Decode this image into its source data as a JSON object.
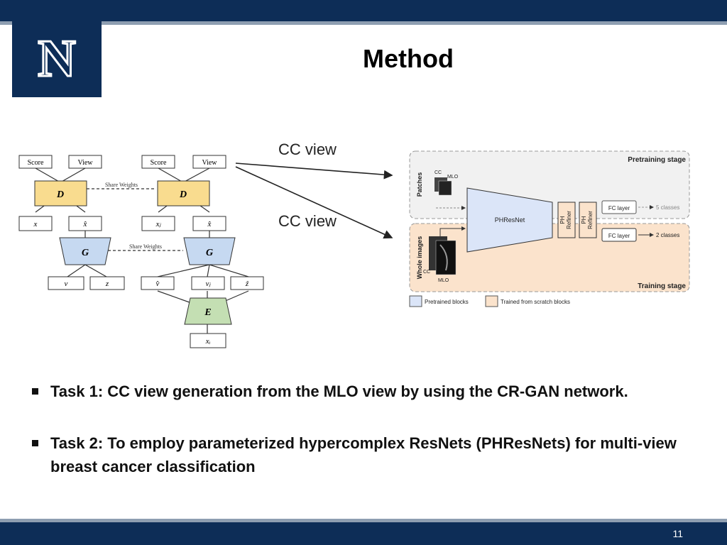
{
  "slide": {
    "title": "Method",
    "page_number": "11"
  },
  "logo": {
    "letter": "N"
  },
  "colors": {
    "navy": "#0d2d57",
    "rule_gray": "#8e9eb1",
    "disc_yellow": "#f9dc8f",
    "gen_blue": "#c6d9f1",
    "enc_green": "#c4dfb3",
    "pre_blue": "#dbe5f8",
    "train_orange": "#fbe3cc"
  },
  "crgan": {
    "left": {
      "score": "Score",
      "view": "View",
      "d": "D",
      "x": "x",
      "xhat": "x̂",
      "g": "G",
      "v": "v",
      "z": "z"
    },
    "right": {
      "score": "Score",
      "view": "View",
      "d": "D",
      "xj": "xⱼ",
      "xhat": "x̂",
      "g": "G",
      "vhat": "v̂",
      "vj": "vⱼ",
      "zhat": "ẑ",
      "e": "E",
      "xi": "xᵢ"
    },
    "share_weights_d": "Share Weights",
    "share_weights_g": "Share Weights"
  },
  "arrows": {
    "label_top": "CC view",
    "label_bottom": "CC view"
  },
  "phresnet": {
    "pretraining_stage": "Pretraining stage",
    "training_stage": "Training stage",
    "patches": "Patches",
    "whole_images": "Whole images",
    "cc_top": "CC",
    "mlo_top": "MLO",
    "cc_bottom": "CC",
    "mlo_bottom": "MLO",
    "phresnet": "PHResNet",
    "ph": "PH",
    "refiner": "Refiner",
    "fc_top": "FC layer",
    "fc_bottom": "FC layer",
    "classes_top": "5 classes",
    "classes_bottom": "2 classes",
    "legend_pretrained": "Pretrained blocks",
    "legend_scratch": "Trained from scratch blocks"
  },
  "bullets": [
    "Task 1: CC view generation from the MLO view by using the CR-GAN network.",
    "Task 2: To employ parameterized hypercomplex ResNets (PHResNets) for multi-view breast cancer classification"
  ]
}
